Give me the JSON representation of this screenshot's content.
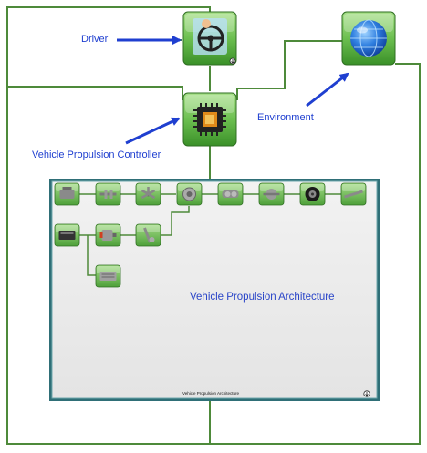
{
  "blocks": {
    "driver": {
      "icon": "steering-wheel-icon",
      "mask_icon": "down-arrow-icon"
    },
    "environment": {
      "icon": "globe-icon"
    },
    "controller": {
      "icon": "microchip-icon"
    }
  },
  "annotations": {
    "driver": "Driver",
    "environment": "Environment",
    "controller": "Vehicle Propulsion Controller"
  },
  "architecture": {
    "title": "Vehicle Propulsion Architecture",
    "caption": "Vehicle Propulsion Architecture",
    "mask_icon": "down-arrow-icon",
    "components": [
      {
        "id": "engine",
        "icon": "engine-icon"
      },
      {
        "id": "crankshaft",
        "icon": "crankshaft-icon"
      },
      {
        "id": "fan",
        "icon": "fan-icon"
      },
      {
        "id": "clutch",
        "icon": "clutch-icon"
      },
      {
        "id": "transmission",
        "icon": "transmission-icon"
      },
      {
        "id": "differential",
        "icon": "differential-icon"
      },
      {
        "id": "wheel",
        "icon": "tire-icon"
      },
      {
        "id": "axle",
        "icon": "axle-icon"
      },
      {
        "id": "battery",
        "icon": "battery-icon"
      },
      {
        "id": "motor",
        "icon": "electric-motor-icon"
      },
      {
        "id": "gear",
        "icon": "gear-icon"
      },
      {
        "id": "converter",
        "icon": "power-converter-icon"
      }
    ]
  },
  "colors": {
    "wire": "#4e8a3a",
    "block_top": "#8fd070",
    "block_bottom": "#3d9a2c",
    "annotation_arrow": "#1f3fd0",
    "panel_border": "#3f7f86",
    "panel_fill": "#eeeeee"
  }
}
